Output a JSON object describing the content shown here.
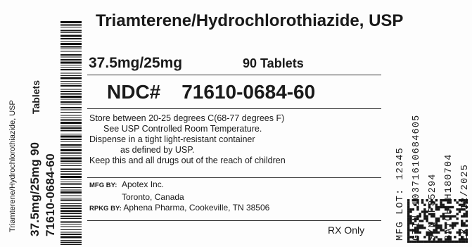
{
  "product": {
    "title": "Triamterene/Hydrochlorothiazide, USP",
    "strength": "37.5mg/25mg",
    "count": "90 Tablets",
    "ndc_label": "NDC#",
    "ndc_number": "71610-0684-60"
  },
  "storage": {
    "lines": [
      "Store between 20-25 degrees C(68-77 degrees F)",
      "See USP Controlled Room Temperature.",
      "Dispense in a tight light-resistant container",
      "as defined by USP.",
      "Keep this and all drugs out of the reach of children"
    ]
  },
  "manufacturer": {
    "mfg_label": "MFG BY:",
    "mfg_name": "Apotex Inc.",
    "mfg_city": "Toronto, Canada",
    "rpkg_label": "RPKG BY:",
    "rpkg_name": "Aphena Pharma, Cookeville, TN 38506"
  },
  "rx_only": "RX Only",
  "side_left": {
    "name": "Triamterene/Hydrochlorothiazide, USP",
    "strength_count": "37.5mg/25mg 90",
    "tablets": "Tablets",
    "ndc": "71610-0684-60"
  },
  "side_right": {
    "mfg_lot_label": "MFG LOT:",
    "mfg_lot": "12345",
    "gtin_label": "GTIN",
    "gtin": "10371610684605",
    "sn_label": "S/N",
    "sn": "P85294",
    "batch_label": "BATCH",
    "batch": "H180704",
    "exp_label": "EXP",
    "exp": "12/2025"
  }
}
